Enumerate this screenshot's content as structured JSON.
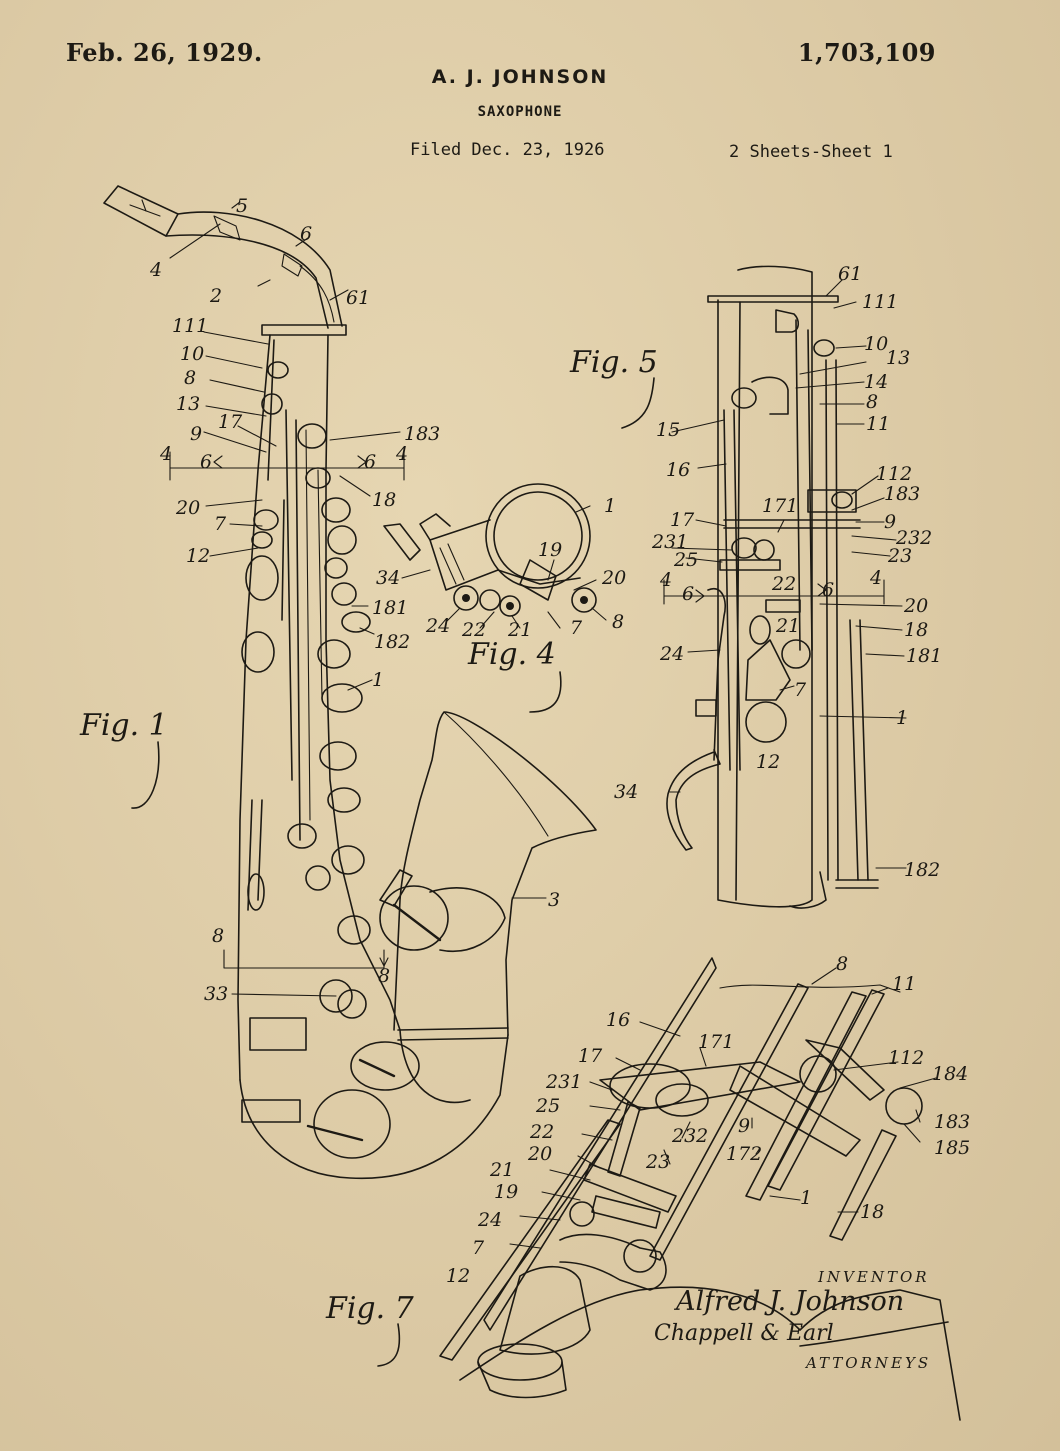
{
  "header": {
    "date": "Feb. 26, 1929.",
    "patent_number": "1,703,109",
    "inventor_name": "A. J. JOHNSON",
    "title": "SAXOPHONE",
    "filed": "Filed Dec. 23, 1926",
    "sheets": "2 Sheets-Sheet  1"
  },
  "figures": {
    "fig1": "Fig. 1",
    "fig4": "Fig. 4",
    "fig5": "Fig. 5",
    "fig7": "Fig. 7"
  },
  "fig1_labels": {
    "l5": "5",
    "l4": "4",
    "l6": "6",
    "l2": "2",
    "l61": "61",
    "l111": "111",
    "l10": "10",
    "l8": "8",
    "l13": "13",
    "l17": "17",
    "l9": "9",
    "l183": "183",
    "sec4a": "4",
    "sec6a": "6",
    "sec6b": "6",
    "sec4b": "4",
    "l18": "18",
    "l20": "20",
    "l7": "7",
    "l12": "12",
    "l181": "181",
    "l182": "182",
    "l1": "1",
    "l3": "3",
    "sec8a": "8",
    "sec8b": "8",
    "l33": "33"
  },
  "fig4_labels": {
    "l1": "1",
    "l19": "19",
    "l20": "20",
    "l34": "34",
    "l24": "24",
    "l22": "22",
    "l21": "21",
    "l7": "7",
    "l8": "8"
  },
  "fig5_labels": {
    "l61": "61",
    "l111": "111",
    "l10": "10",
    "l13": "13",
    "l14": "14",
    "l8": "8",
    "l15": "15",
    "l11": "11",
    "l16": "16",
    "l112": "112",
    "l183": "183",
    "l171": "171",
    "l17": "17",
    "l9": "9",
    "l231": "231",
    "l232": "232",
    "l25": "25",
    "l23": "23",
    "sec4a": "4",
    "sec6a": "6",
    "l22": "22",
    "sec6b": "6",
    "sec4b": "4",
    "l20": "20",
    "l21": "21",
    "l18": "18",
    "l24": "24",
    "l181": "181",
    "l7": "7",
    "l1": "1",
    "l12": "12",
    "l34": "34",
    "l182": "182"
  },
  "fig7_labels": {
    "l8": "8",
    "l11": "11",
    "l16": "16",
    "l171": "171",
    "l17": "17",
    "l112": "112",
    "l184": "184",
    "l231": "231",
    "l25": "25",
    "l22": "22",
    "l232": "232",
    "l183": "183",
    "l185": "185",
    "l9": "9",
    "l20": "20",
    "l23": "23",
    "l172": "172",
    "l21": "21",
    "l1": "1",
    "l19": "19",
    "l18": "18",
    "l24": "24",
    "l7": "7",
    "l12": "12"
  },
  "signature": {
    "inventor_caption": "INVENTOR",
    "inventor_signature": "Alfred J. Johnson",
    "attorney_signature": "Chappell & Earl",
    "attorney_caption": "ATTORNEYS"
  }
}
